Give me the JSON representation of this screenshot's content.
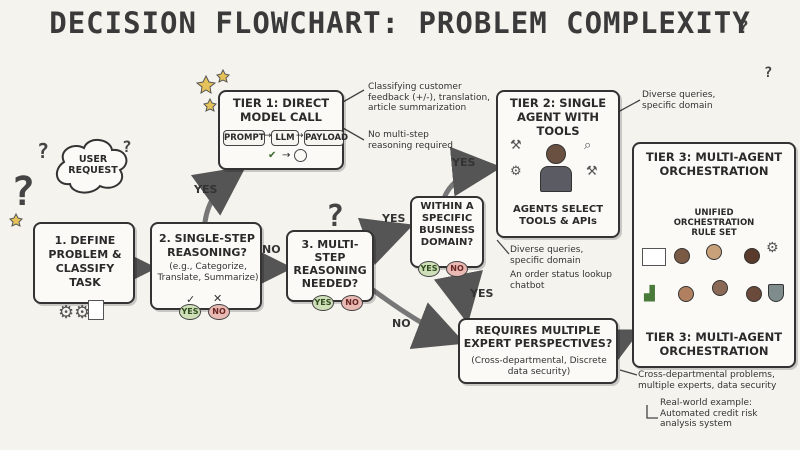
{
  "title": "DECISION FLOWCHART: PROBLEM COMPLEXITY",
  "user_request": "USER REQUEST",
  "step1": "1. DEFINE PROBLEM & CLASSIFY TASK",
  "step2": {
    "title": "2. SINGLE-STEP REASONING?",
    "examples": "(e.g., Categorize, Translate, Summarize)",
    "yes": "YES",
    "no": "NO"
  },
  "step3": {
    "title": "3. MULTI-STEP REASONING NEEDED?",
    "yes": "YES",
    "no": "NO"
  },
  "tier1": {
    "title": "TIER 1: DIRECT MODEL CALL",
    "flow": [
      "PROMPT",
      "LLM",
      "PAYLOAD"
    ],
    "note_examples": "Classifying customer feedback (+/-), translation, article summarization",
    "note_nomulti": "No multi-step reasoning required"
  },
  "domain_q": {
    "title": "WITHIN A SPECIFIC BUSINESS DOMAIN?",
    "yes": "YES",
    "no": "NO"
  },
  "tier2": {
    "title": "TIER 2: SINGLE AGENT WITH TOOLS",
    "subtitle": "AGENTS SELECT TOOLS & APIs",
    "note_top": "Diverse queries, specific domain",
    "note_bottom_1": "Diverse queries, specific domain",
    "note_bottom_2": "An order status lookup chatbot"
  },
  "multi_expert": {
    "title": "REQUIRES MULTIPLE EXPERT PERSPECTIVES?",
    "detail": "(Cross-departmental, Discrete data security)"
  },
  "tier3": {
    "title_top": "TIER 3: MULTI-AGENT ORCHESTRATION",
    "cloud": "UNIFIED ORCHESTRATION RULE SET",
    "title_bottom": "TIER 3: MULTI-AGENT ORCHESTRATION",
    "note": "Cross-departmental problems, multiple experts, data security",
    "example": "Real-world example: Automated credit risk analysis system"
  },
  "edge_labels": {
    "s2_yes": "YES",
    "s2_no": "NO",
    "s3_yes": "YES",
    "s3_no": "NO",
    "dq_yes_top": "YES",
    "dq_yes_bottom": "YES"
  }
}
